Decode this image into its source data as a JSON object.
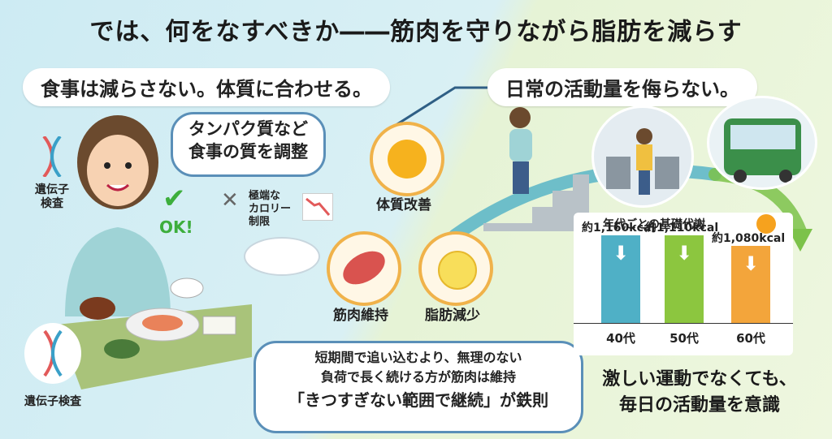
{
  "title": "では、何をなすべきか――筋肉を守りながら脂肪を減らす",
  "left_header": "食事は減らさない。体質に合わせる。",
  "right_header": "日常の活動量を侮らない。",
  "speech_bubble": [
    "タンパク質など",
    "食事の質を調整"
  ],
  "dna_top_label": [
    "遺伝子",
    "検査"
  ],
  "dna_bottom_label": "遺伝子検査",
  "ok_label": "OK!",
  "calorie_label": [
    "極端な",
    "カロリー",
    "制限"
  ],
  "cycle": {
    "top": "体質改善",
    "left": "筋肉維持",
    "right": "脂肪減少"
  },
  "bottom_bubble": [
    "短期間で追い込むより、無理のない",
    "負荷で長く続ける方が筋肉は維持",
    "「きつすぎない範囲で継続」が鉄則"
  ],
  "bottom_right_text": [
    "激しい運動でなくても、",
    "毎日の活動量を意識"
  ],
  "chart_data": {
    "type": "bar",
    "title": "年代ごとの基礎代謝",
    "categories": [
      "40代",
      "50代",
      "60代"
    ],
    "values": [
      1160,
      1110,
      1080
    ],
    "value_labels": [
      "約1,160kcal",
      "約1,110kcal",
      "約1,080kcal"
    ],
    "ylim": [
      1000,
      1200
    ],
    "colors": [
      "#4fb0c6",
      "#8cc63f",
      "#f3a53b"
    ]
  }
}
